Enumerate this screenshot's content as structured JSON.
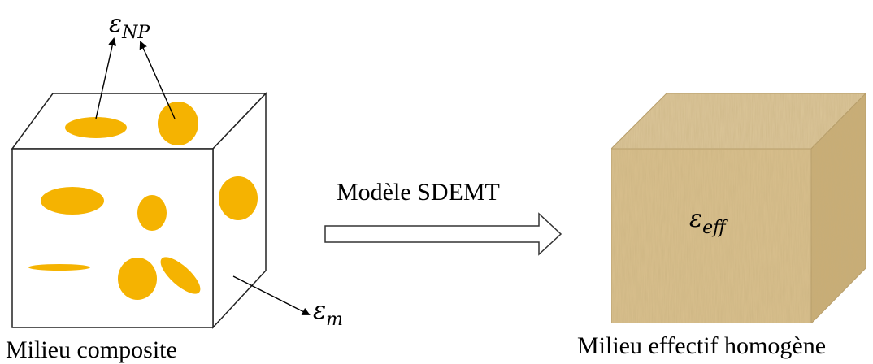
{
  "left_cube": {
    "caption": "Milieu composite",
    "nanoparticle_symbol": "ε",
    "nanoparticle_subscript": "NP",
    "matrix_symbol": "ε",
    "matrix_subscript": "m",
    "inclusion_color": "#f5b301"
  },
  "arrow": {
    "label": "Modèle SDEMT"
  },
  "right_cube": {
    "caption": "Milieu effectif homogène",
    "effective_symbol": "ε",
    "effective_subscript": "eff",
    "texture_color": "#d9c08e"
  }
}
